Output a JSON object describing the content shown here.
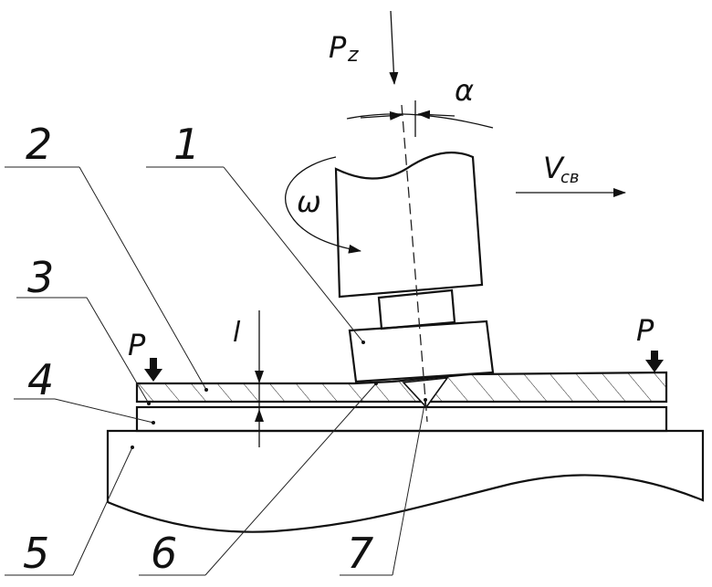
{
  "labels": {
    "n1": "1",
    "n2": "2",
    "n3": "3",
    "n4": "4",
    "n5": "5",
    "n6": "6",
    "n7": "7",
    "pz": "P",
    "pz_sub": "z",
    "alpha": "α",
    "omega": "ω",
    "v": "V",
    "v_sub": "св",
    "p_left": "P",
    "p_right": "P",
    "l": "l"
  }
}
